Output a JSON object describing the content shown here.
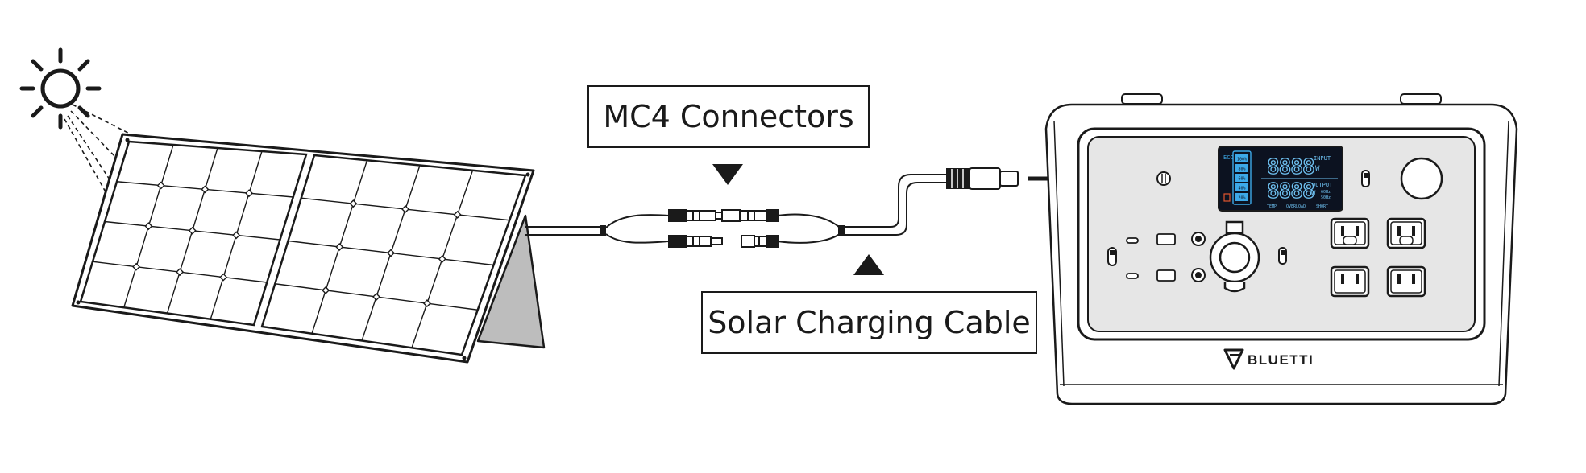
{
  "labels": {
    "mc4_connectors": "MC4 Connectors",
    "solar_charging_cable": "Solar Charging Cable"
  },
  "device": {
    "brand": "BLUETTI",
    "lcd": {
      "eco": "ECO",
      "battery_levels": [
        "100%",
        "80%",
        "60%",
        "40%",
        "20%"
      ],
      "input_digits": "8888",
      "input_label": "INPUT",
      "input_unit": "W",
      "output_digits": "8888",
      "output_label": "OUTPUT",
      "output_unit": "W",
      "freq_60": "60Hz",
      "freq_50": "50Hz",
      "status_temp": "TEMP",
      "status_overload": "OVERLOAD",
      "status_short": "SHORT"
    }
  },
  "colors": {
    "line": "#1a1a1a",
    "panel_fill": "#ffffff",
    "kickstand": "#bdbdbd",
    "device_panel": "#e6e6e6",
    "lcd_bg": "#0c1220",
    "lcd_accent": "#3da9e8"
  },
  "icons": [
    "sun-icon",
    "arrow-down-icon",
    "arrow-up-icon",
    "plug-arrow-icon",
    "bluetti-logo-icon"
  ]
}
